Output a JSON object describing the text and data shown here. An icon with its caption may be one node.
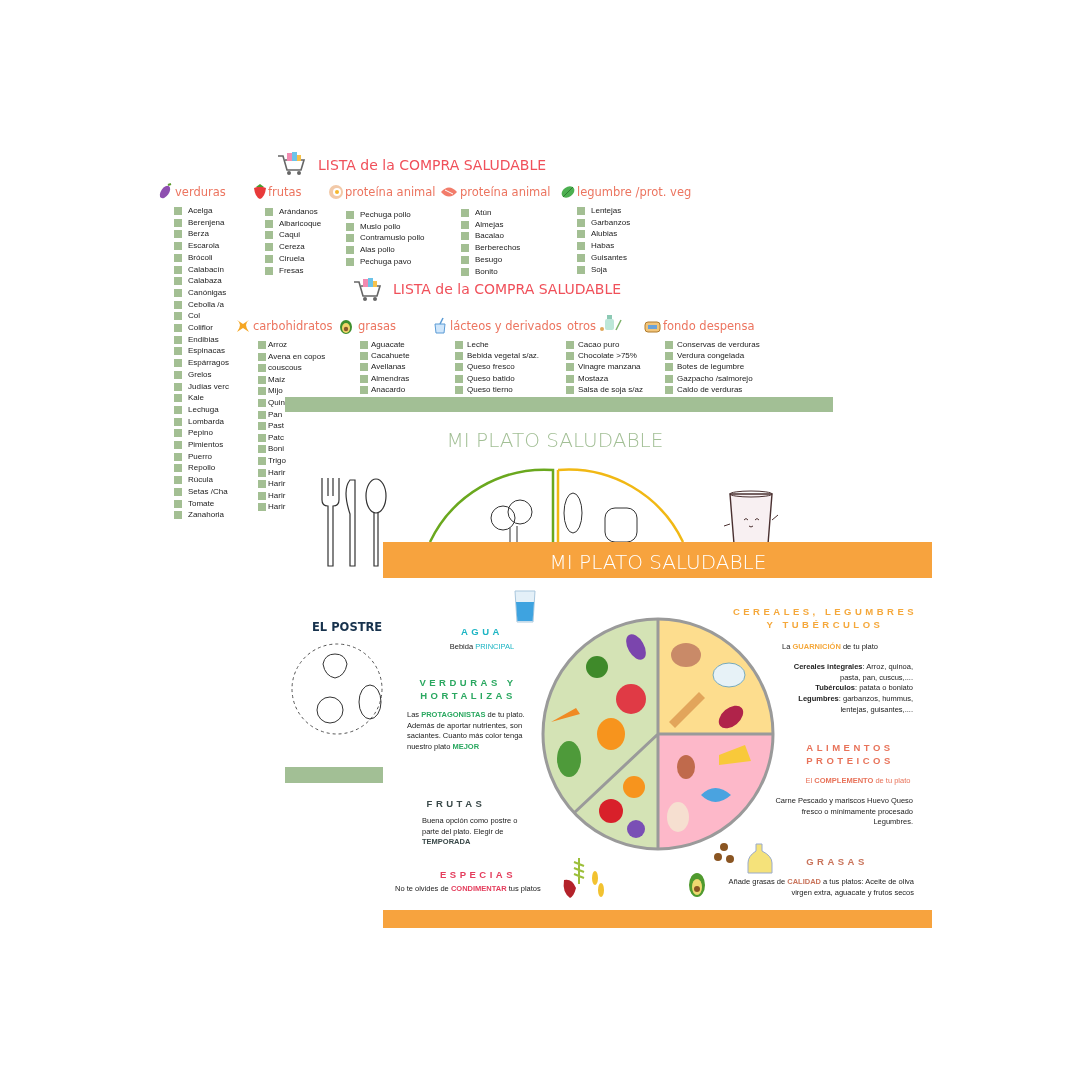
{
  "diagram": {
    "labels": [
      "LISTA de la COMPRA SALUDABLE",
      "verduras",
      "frutas",
      "proteína animal",
      "proteína animal",
      "legumbre /prot. veg",
      "Acelga",
      "Berenjena",
      "Berza",
      "Escarola",
      "Brócoli",
      "Calabacín",
      "Calabaza",
      "Canónigas",
      "Cebolla /a",
      "Col",
      "Coliflor",
      "Endibias",
      "Espinacas",
      "Espárragos",
      "Grelos",
      "Judías verc",
      "Kale",
      "Lechuga",
      "Lombarda",
      "Pepino",
      "Pimientos",
      "Puerro",
      "Repollo",
      "Rúcula",
      "Setas /Cha",
      "Tomate",
      "Zanahoria",
      "Arándanos",
      "Albaricoque",
      "Caqui",
      "Cereza",
      "Ciruela",
      "Fresas",
      "Pechuga pollo",
      "Muslo pollo",
      "Contramuslo pollo",
      "Alas pollo",
      "Pechuga pavo",
      "Atún",
      "Almejas",
      "Bacalao",
      "Berberechos",
      "Besugo",
      "Bonito",
      "Lentejas",
      "Garbanzos",
      "Alubias",
      "Habas",
      "Guisantes",
      "Soja",
      "LISTA de la COMPRA SALUDABLE",
      "carbohidratos",
      "grasas",
      "lácteos y derivados",
      "otros",
      "fondo despensa",
      "Arroz",
      "Avena en copos",
      "couscous",
      "Maíz",
      "Mijo",
      "Quin",
      "Pan",
      "Past",
      "Patc",
      "Boni",
      "Trigo",
      "Harir",
      "Harir",
      "Harir",
      "Harir",
      "Aguacate",
      "Cacahuete",
      "Avellanas",
      "Almendras",
      "Anacardo",
      "Leche",
      "Bebida vegetal s/az.",
      "Queso fresco",
      "Queso batido",
      "Queso tierno",
      "Cacao puro",
      "Chocolate >75%",
      "Vinagre manzana",
      "Mostaza",
      "Salsa de soja s/az",
      "Conservas de verduras",
      "Verdura congelada",
      "Botes de legumbre",
      "Gazpacho /salmorejo",
      "Caldo de verduras",
      "MI PLATO SALUDABLE",
      "EL POSTRE",
      "MI PLATO SALUDABLE",
      "AGUA",
      "Bebida **PRINCIPAL**",
      "VERDURAS Y HORTALIZAS",
      "Las **PROTAGONISTAS** de tu plato. Además de aportar nutrientes, son saciantes. Cuanto más color tenga nuestro plato **MEJOR**",
      "FRUTAS",
      "Buena opción como postre o parte del plato. Elegir de **TEMPORADA**",
      "ESPECIAS",
      "No te olvides de **CONDIMENTAR** tus platos",
      "CEREALES, LEGUMBRES Y TUBÉRCULOS",
      "La **GUARNICIÓN** de tu plato",
      "**Cereales integrales**: Arroz, quinoa, pasta, pan, cuscus,....",
      "**Tubérculos**: patata o boniato",
      "**Legumbres**: garbanzos, hummus, lentejas, guisantes,....",
      "ALIMENTOS PROTEICOS",
      "El **COMPLEMENTO** de tu plato",
      "Carne Pescado y mariscos Huevo Queso fresco o mínimamente procesado Legumbres.",
      "GRASAS",
      "Añade grasas de **CALIDAD** a tus platos: Aceite de oliva virgen extra, aguacate y frutos secos"
    ]
  }
}
